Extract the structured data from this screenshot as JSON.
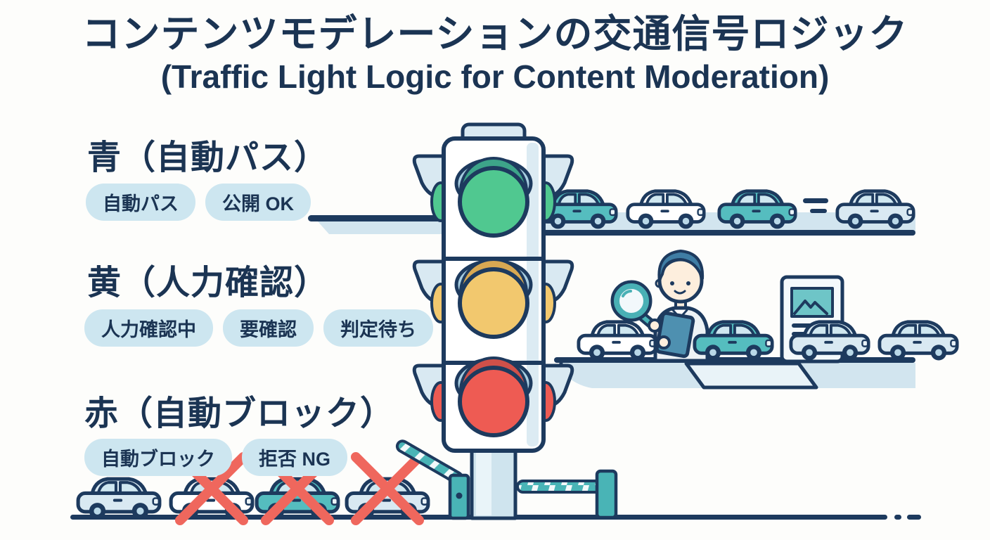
{
  "title": {
    "line1": "コンテンツモデレーションの交通信号ロジック",
    "line2": "(Traffic Light Logic for Content Moderation)"
  },
  "sections": [
    {
      "id": "green",
      "heading": "青（自動パス）",
      "badges": [
        "自動パス",
        "公開 OK"
      ]
    },
    {
      "id": "yellow",
      "heading": "黄（人力確認）",
      "badges": [
        "人力確認中",
        "要確認",
        "判定待ち"
      ]
    },
    {
      "id": "red",
      "heading": "赤（自動ブロック）",
      "badges": [
        "自動ブロック",
        "拒否 NG"
      ]
    }
  ],
  "icons": [
    "traffic-light-icon",
    "green-lamp-icon",
    "yellow-lamp-icon",
    "red-lamp-icon",
    "car-icon",
    "moderator-person-icon",
    "magnifier-icon",
    "clipboard-tablet-icon",
    "document-sign-icon",
    "barrier-gate-icon",
    "blocked-x-icon"
  ],
  "colors": {
    "navy": "#1d3a5e",
    "text": "#1b3453",
    "badge_bg": "#cde6f0",
    "road": "#d2e5ef",
    "light_car": "#d9e9f2",
    "window": "#cfe7f0",
    "teal": "#55bdbf",
    "teal_dark": "#49b4b6",
    "green": "#50c890",
    "green_dark": "#3da489",
    "yellow": "#f2c86e",
    "yellow_dark": "#d8a852",
    "red": "#ee5b53",
    "red_dark": "#cf5049",
    "cross_red": "#ef675d",
    "hood": "#a7cde0",
    "skin": "#fdeedd",
    "hair": "#3f7da4",
    "shirt": "#edf2f5",
    "tablet": "#4e90b0",
    "bg": "#fdfdfb"
  }
}
